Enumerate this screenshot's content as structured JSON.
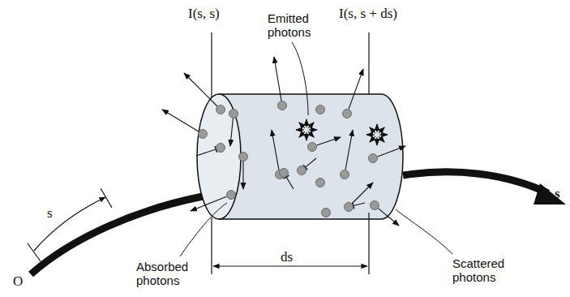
{
  "diagram": {
    "labels": [
      "I(s, s)",
      "I(s, s + ds)",
      "Emitted photons",
      "s",
      "O",
      "Absorbed photons",
      "ds",
      "Scattered photons",
      "s"
    ]
  }
}
